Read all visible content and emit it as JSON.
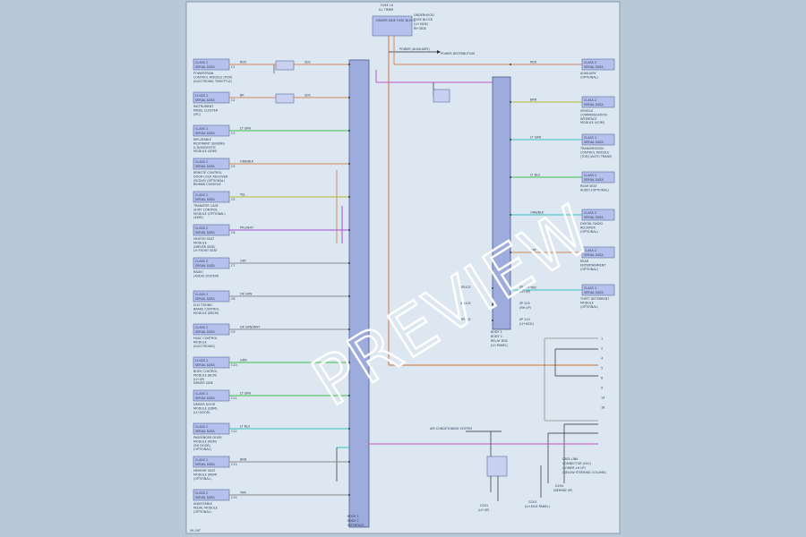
{
  "watermark": "PREVIEW",
  "colors": {
    "orange": "#d2895a",
    "green": "#3cc04a",
    "yellow": "#b4b834",
    "purple": "#a24fd0",
    "cyan": "#33c4c2",
    "pink": "#c356c5",
    "gray": "#8a8a8a",
    "black": "#2b2b2b",
    "bus": "#9eabdd"
  },
  "footer": "09-09T",
  "top_fuse": {
    "title": "FUSE 10",
    "subtitle": "ILL TIMER",
    "box_label": "DRIVER SIDE FUSE BLOCK",
    "note_lines": [
      "UNDERHOOD",
      "FUSE BLOCK",
      "(LH SIDE)",
      "RH SIDE"
    ],
    "wire_label": "POWER (AUXILIARY)",
    "arrow_label": "POWER DISTRIBUTION"
  },
  "left_bus": {
    "label_lines": [
      "BODY 1",
      "BODY 2",
      "INTERFACE"
    ]
  },
  "mid_bus": {
    "label_lines": [
      "BODY 1",
      "BODY 2",
      "RELAY BOX",
      "(LH PANEL)"
    ]
  },
  "left_modules": [
    {
      "tag": "CLASS 2",
      "tag2": "SERIAL DATA",
      "pin": "C1",
      "wire": "RD5",
      "circuit": "SDC",
      "lines": [
        "POWERTRAIN",
        "CONTROL MODULE (PCM)",
        "(ELECTRONIC THROTTLE)"
      ]
    },
    {
      "tag": "CLASS 2",
      "tag2": "SERIAL DATA",
      "pin": "C2",
      "wire": "BK",
      "circuit": "SDC",
      "lines": [
        "INSTRUMENT",
        "PANEL CLUSTER",
        "(IPC)"
      ]
    },
    {
      "tag": "CLASS 2",
      "tag2": "SERIAL DATA",
      "pin": "C3",
      "wire": "LT GRN",
      "circuit": "",
      "lines": [
        "INFLATABLE",
        "RESTRAINT SENSING",
        "& DIAGNOSTIC",
        "MODULE (SDM)"
      ]
    },
    {
      "tag": "CLASS 2",
      "tag2": "SERIAL DATA",
      "pin": "C4",
      "wire": "ORN/BLK",
      "circuit": "",
      "lines": [
        "REMOTE CONTROL",
        "DOOR LOCK RECEIVER",
        "(RCDLR) (OPTIONAL)",
        "BEHIND CONSOLE"
      ]
    },
    {
      "tag": "CLASS 2",
      "tag2": "SERIAL DATA",
      "pin": "C5",
      "wire": "YEL",
      "circuit": "",
      "lines": [
        "TRANSFER CASE",
        "SHIFT CONTROL",
        "MODULE (OPTIONAL)",
        "(4WD)"
      ]
    },
    {
      "tag": "CLASS 2",
      "tag2": "SERIAL DATA",
      "pin": "C6",
      "wire": "PPL/WHT",
      "circuit": "",
      "lines": [
        "HEATED SEAT",
        "MODULE",
        "(DRIVER SIDE)",
        "LH FRONT SEAT"
      ]
    },
    {
      "tag": "CLASS 2",
      "tag2": "SERIAL DATA",
      "pin": "C7",
      "wire": "GRY",
      "circuit": "",
      "lines": [
        "RADIO",
        "(AUDIO SYSTEM)"
      ]
    },
    {
      "tag": "CLASS 2",
      "tag2": "SERIAL DATA",
      "pin": "C8",
      "wire": "DK GRN",
      "circuit": "",
      "lines": [
        "ELECTRONIC",
        "BRAKE CONTROL",
        "MODULE (EBCM)"
      ]
    },
    {
      "tag": "CLASS 2",
      "tag2": "SERIAL DATA",
      "pin": "C9",
      "wire": "DK GRN/WHT",
      "circuit": "",
      "lines": [
        "HVAC CONTROL",
        "MODULE",
        "(ELECTRONIC)"
      ]
    },
    {
      "tag": "CLASS 2",
      "tag2": "SERIAL DATA",
      "pin": "C10",
      "wire": "GRN",
      "circuit": "",
      "lines": [
        "BODY CONTROL",
        "MODULE (BCM)",
        "(LH I/P)",
        "DRIVER SIDE"
      ]
    },
    {
      "tag": "CLASS 2",
      "tag2": "SERIAL DATA",
      "pin": "C11",
      "wire": "LT GRN",
      "circuit": "",
      "lines": [
        "DRIVER DOOR",
        "MODULE (DDM)",
        "(LH DOOR)"
      ]
    },
    {
      "tag": "CLASS 2",
      "tag2": "SERIAL DATA",
      "pin": "C12",
      "wire": "LT BLU",
      "circuit": "",
      "lines": [
        "PASSENGER DOOR",
        "MODULE (PDM)",
        "(RH DOOR)",
        "(OPTIONAL)"
      ]
    },
    {
      "tag": "CLASS 2",
      "tag2": "SERIAL DATA",
      "pin": "C13",
      "wire": "BRN",
      "circuit": "",
      "lines": [
        "MEMORY SEAT",
        "MODULE (MSM)",
        "(OPTIONAL)"
      ]
    },
    {
      "tag": "CLASS 2",
      "tag2": "SERIAL DATA",
      "pin": "C14",
      "wire": "TAN",
      "circuit": "",
      "lines": [
        "ADJUSTABLE",
        "PEDAL MODULE",
        "(OPTIONAL)"
      ]
    }
  ],
  "right_modules": [
    {
      "tag": "CLASS 2",
      "tag2": "SERIAL DATA",
      "wire": "RED",
      "circuit": "",
      "lines": [
        "AUXILIARY",
        "(OPTIONAL)"
      ]
    },
    {
      "tag": "CLASS 2",
      "tag2": "SERIAL DATA",
      "wire": "BRN",
      "circuit": "",
      "lines": [
        "VEHICLE",
        "COMMUNICATION",
        "INTERFACE",
        "MODULE (VCIM)"
      ]
    },
    {
      "tag": "CLASS 2",
      "tag2": "SERIAL DATA",
      "wire": "LT GRN",
      "circuit": "",
      "lines": [
        "TRANSMISSION",
        "CONTROL MODULE",
        "(TCM) (AUTO TRANS)"
      ]
    },
    {
      "tag": "CLASS 2",
      "tag2": "SERIAL DATA",
      "wire": "LT BLU",
      "circuit": "",
      "lines": [
        "REAR SEAT",
        "AUDIO (OPTIONAL)"
      ]
    },
    {
      "tag": "CLASS 2",
      "tag2": "SERIAL DATA",
      "wire": "ORN/BLK",
      "circuit": "",
      "lines": [
        "DIGITAL RADIO",
        "RECEIVER",
        "(OPTIONAL)"
      ]
    },
    {
      "tag": "CLASS 2",
      "tag2": "SERIAL DATA",
      "wire": "GRY",
      "circuit": "",
      "lines": [
        "REAR",
        "ENTERTAINMENT",
        "(OPTIONAL)"
      ]
    },
    {
      "tag": "CLASS 2",
      "tag2": "SERIAL DATA",
      "wire": "TAN",
      "circuit": "",
      "lines": [
        "THEFT DETERRENT",
        "MODULE",
        "(OPTIONAL)"
      ]
    }
  ],
  "splice_blocks": [
    {
      "title": "SPLICE",
      "lines": [
        "SP 201",
        "(LH I/P)"
      ]
    },
    {
      "title": "SPLICE",
      "lines": [
        "SP 205",
        "(RH I/P)"
      ]
    },
    {
      "title": "SPLICE",
      "lines": [
        "SP 210",
        "(LH KICK)"
      ]
    }
  ],
  "dlc": {
    "lines": [
      "DATA LINK",
      "CONNECTOR (DLC)",
      "(LOWER LH I/P)",
      "(BELOW STEERING COLUMN)"
    ],
    "pins": [
      "1",
      "2",
      "4",
      "5",
      "6",
      "9",
      "14",
      "16"
    ]
  },
  "bottom": {
    "label": "AIR CONDITIONING SYSTEM",
    "ground1": [
      "G201",
      "(LH I/P)"
    ],
    "ground2": [
      "G203",
      "(LH KICK PANEL)"
    ],
    "ground3": [
      "G204",
      "(BEHIND I/P)"
    ]
  }
}
